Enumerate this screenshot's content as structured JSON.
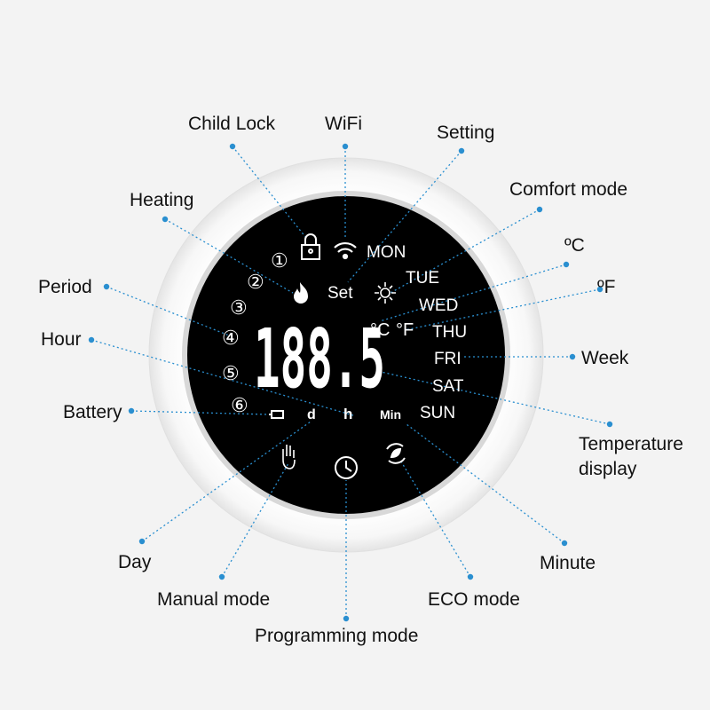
{
  "callouts": {
    "child_lock": "Child Lock",
    "wifi": "WiFi",
    "setting": "Setting",
    "comfort_mode": "Comfort mode",
    "celsius": "ºC",
    "fahrenheit": "ºF",
    "heating": "Heating",
    "period": "Period",
    "hour": "Hour",
    "battery": "Battery",
    "week": "Week",
    "temperature_display_line1": "Temperature",
    "temperature_display_line2": "display",
    "day": "Day",
    "minute": "Minute",
    "manual_mode": "Manual mode",
    "eco_mode": "ECO mode",
    "programming_mode": "Programming mode"
  },
  "display": {
    "days": [
      "MON",
      "TUE",
      "WED",
      "THU",
      "FRI",
      "SAT",
      "SUN"
    ],
    "periods": [
      "①",
      "②",
      "③",
      "④",
      "⑤",
      "⑥"
    ],
    "set": "Set",
    "unit_c": "°C",
    "unit_f": "°F",
    "day_unit": "d",
    "hour_unit": "h",
    "minute_unit": "Min",
    "digits": "188.5"
  },
  "colors": {
    "leader": "#2a8fd0",
    "screen": "#000000",
    "text": "#111111"
  }
}
